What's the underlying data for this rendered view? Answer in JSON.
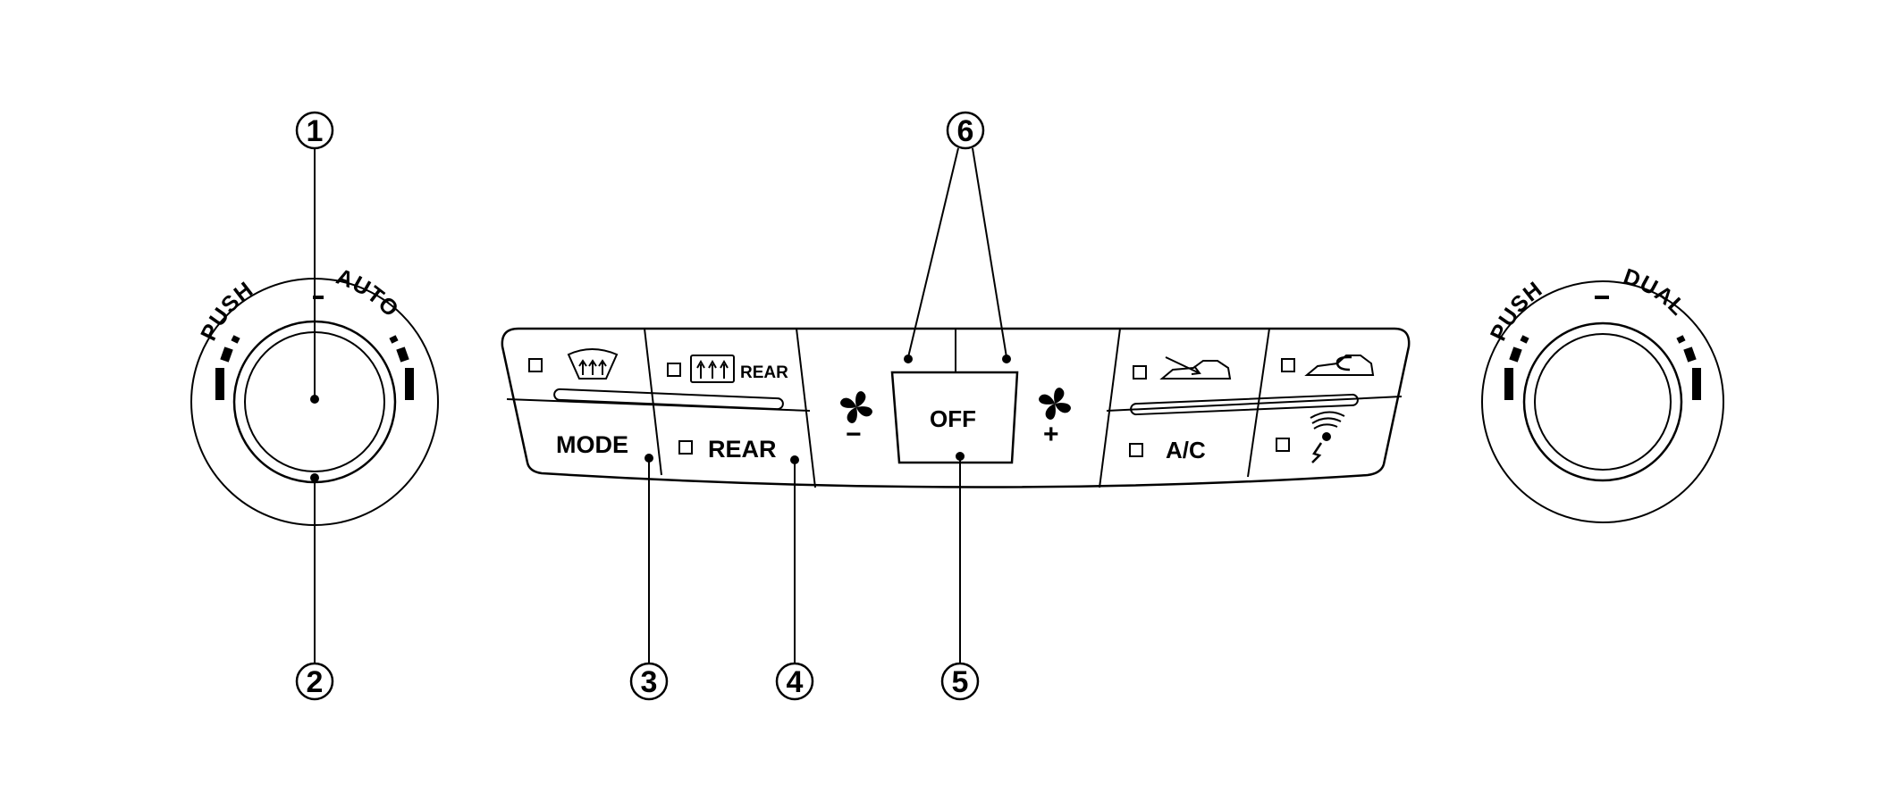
{
  "left_dial": {
    "ring_left": "PUSH",
    "ring_right": "AUTO"
  },
  "right_dial": {
    "ring_left": "PUSH",
    "ring_right": "DUAL"
  },
  "panel": {
    "mode_label": "MODE",
    "rear_label": "REAR",
    "rear_defrost_label": "REAR",
    "off_label": "OFF",
    "ac_label": "A/C",
    "fan_minus": "−",
    "fan_plus": "+"
  },
  "callouts": {
    "c1": "1",
    "c2": "2",
    "c3": "3",
    "c4": "4",
    "c5": "5",
    "c6": "6"
  },
  "icons": [
    "front-defrost-icon",
    "rear-defrost-icon",
    "fan-icon",
    "fresh-air-icon",
    "recirculation-icon",
    "intake-sensor-icon"
  ]
}
